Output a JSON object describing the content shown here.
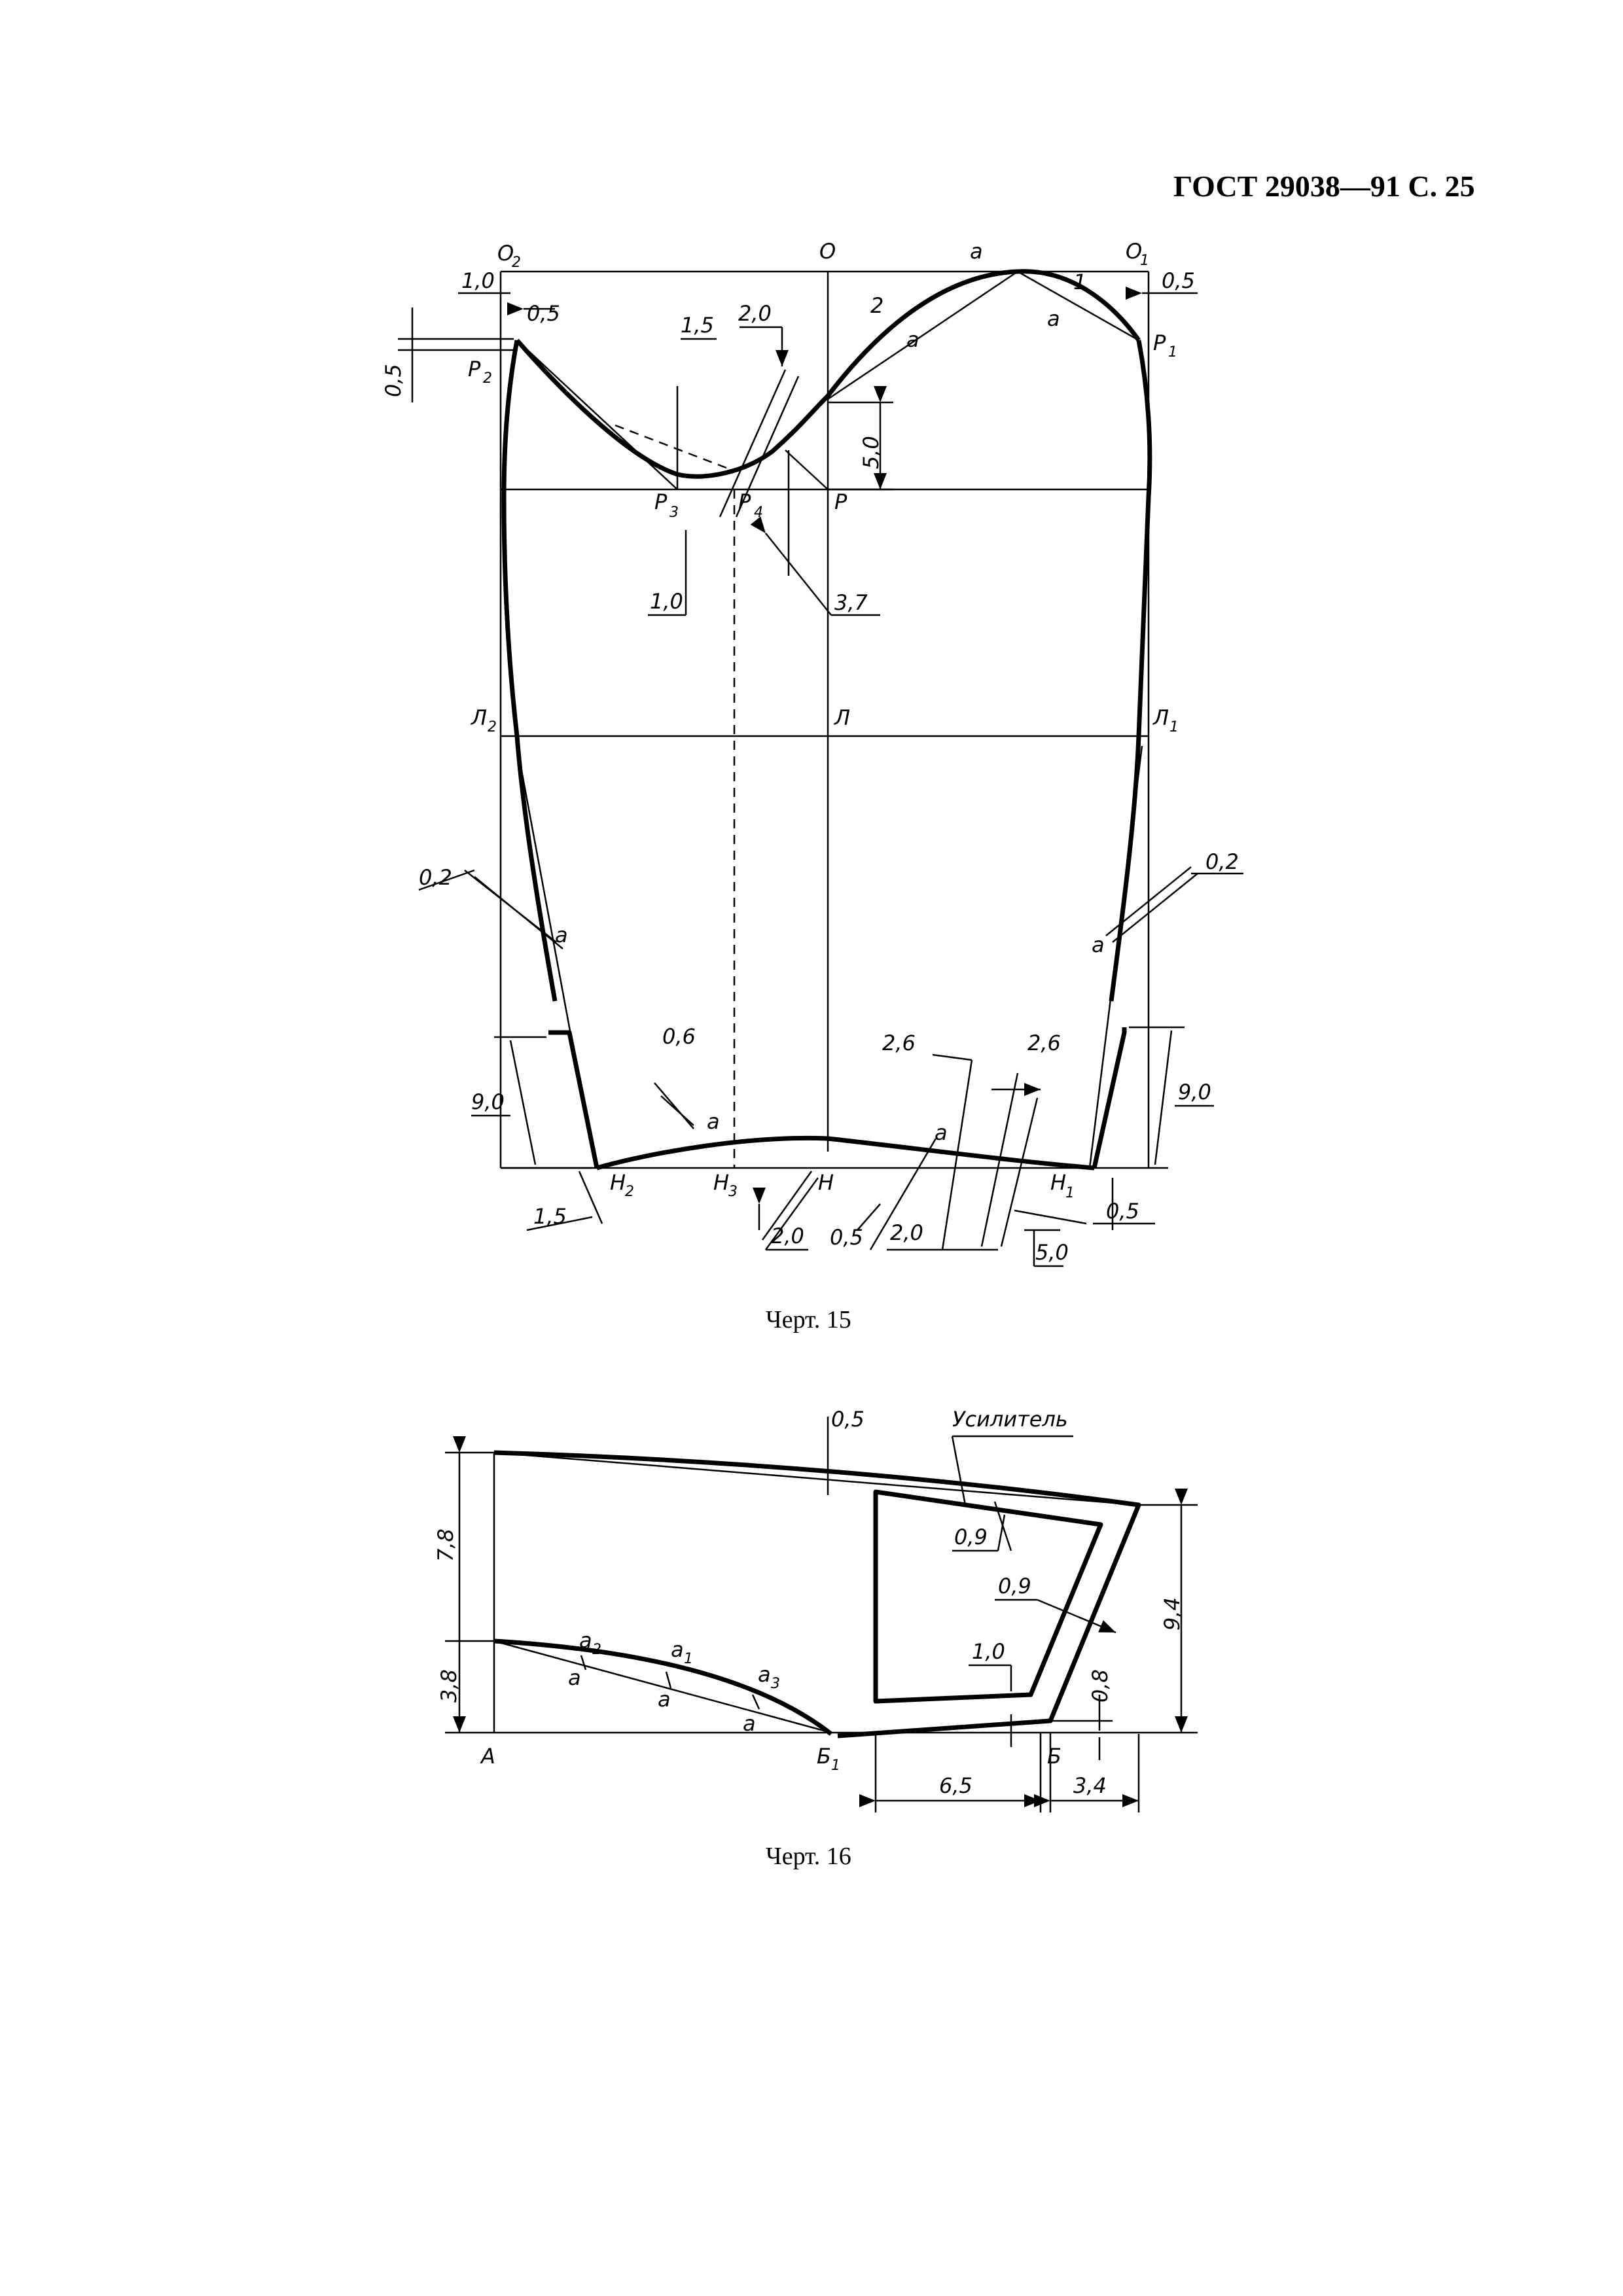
{
  "header": {
    "standard": "ГОСТ 29038—91 С. 25"
  },
  "figure15": {
    "caption": "Черт. 15",
    "points": {
      "O2": "O",
      "O2_sub": "2",
      "O": "O",
      "a_top": "a",
      "O1": "O",
      "O1_sub": "1",
      "P2": "P",
      "P2_sub": "2",
      "P1": "P",
      "P1_sub": "1",
      "P3": "P",
      "P3_sub": "3",
      "P4": "P",
      "P4_sub": "4",
      "P": "P",
      "L2": "Л",
      "L2_sub": "2",
      "L": "Л",
      "L1": "Л",
      "L1_sub": "1",
      "H2": "Н",
      "H2_sub": "2",
      "H3": "Н",
      "H3_sub": "3",
      "H": "Н",
      "H1": "Н",
      "H1_sub": "1"
    },
    "marks": {
      "a_left_top": "a",
      "a_right_top": "a",
      "two": "2",
      "one": "1",
      "a_side_left": "a",
      "a_side_right": "a",
      "a_hem_left": "a",
      "a_hem_right": "a"
    },
    "dims": {
      "d_1_0_top": "1,0",
      "d_0_5_topleft": "0,5",
      "d_0_5_left": "0,5",
      "d_0_5_topright": "0,5",
      "d_1_5_top": "1,5",
      "d_2_0_top": "2,0",
      "d_5_0": "5,0",
      "d_1_0_mid": "1,0",
      "d_3_7": "3,7",
      "d_0_2_left": "0,2",
      "d_0_2_right": "0,2",
      "d_0_6": "0,6",
      "d_2_6_a": "2,6",
      "d_2_6_b": "2,6",
      "d_9_0_left": "9,0",
      "d_9_0_right": "9,0",
      "d_1_5_bottom": "1,5",
      "d_2_0_bottom": "2,0",
      "d_0_5_bottom": "0,5",
      "d_2_0_bottom2": "2,0",
      "d_5_0_bottom": "5,0",
      "d_0_5_bottomright": "0,5"
    }
  },
  "figure16": {
    "caption": "Черт. 16",
    "label_usilitel": "Усилитель",
    "points": {
      "A": "A",
      "B1": "Б",
      "B1_sub": "1",
      "B": "Б",
      "a1": "a",
      "a1_sub": "1",
      "a2": "a",
      "a2_sub": "2",
      "a3": "a",
      "a3_sub": "3",
      "a_m1": "a",
      "a_m2": "a",
      "a_m3": "a"
    },
    "dims": {
      "d_0_5": "0,5",
      "d_0_9_a": "0,9",
      "d_0_9_b": "0,9",
      "d_1_0": "1,0",
      "d_0_8": "0,8",
      "d_7_8": "7,8",
      "d_3_8": "3,8",
      "d_9_4": "9,4",
      "d_6_5": "6,5",
      "d_3_4": "3,4"
    }
  }
}
